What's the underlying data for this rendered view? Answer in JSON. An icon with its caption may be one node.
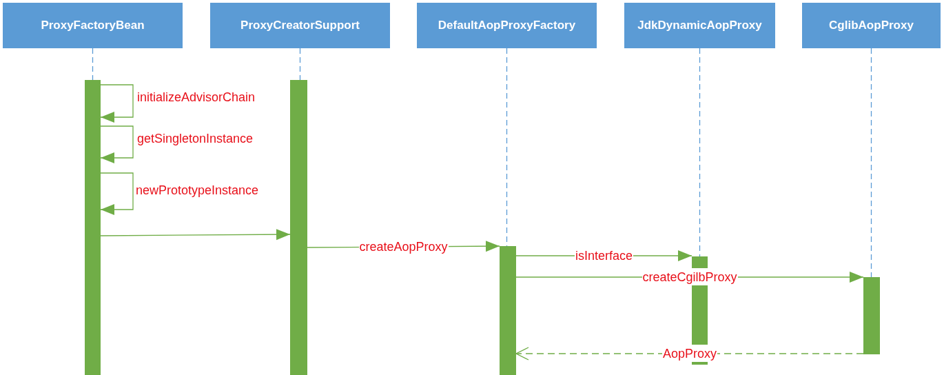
{
  "diagram": {
    "nodes": [
      {
        "text": [
          "ProxyFactoryBean"
        ]
      },
      {
        "text": [
          "ProxyCreatorSupport"
        ]
      },
      {
        "text": [
          "DefaultAopProxyFactory"
        ]
      },
      {
        "text": [
          "JdkDynamicAopProxy"
        ]
      },
      {
        "text": [
          "CglibAopProxy"
        ]
      },
      {
        "text": [],
        "shape": "bar"
      },
      {
        "text": [],
        "shape": "bar"
      },
      {
        "text": [],
        "shape": "bar"
      },
      {
        "text": [],
        "shape": "bar"
      },
      {
        "text": [],
        "shape": "bar"
      },
      {
        "text": [],
        "shape": "bar"
      },
      {
        "text": [],
        "shape": "bar"
      }
    ],
    "edges": [
      {
        "from": 0,
        "to": 5,
        "arrow": "none",
        "style": "dashed",
        "color": "#5b9bd5"
      },
      {
        "from": 1,
        "to": 6,
        "arrow": "none",
        "style": "dashed",
        "color": "#5b9bd5"
      },
      {
        "from": 2,
        "to": 7,
        "arrow": "none",
        "style": "dashed",
        "color": "#5b9bd5"
      },
      {
        "from": 3,
        "to": 8,
        "arrow": "none",
        "style": "dashed",
        "color": "#5b9bd5"
      },
      {
        "from": 4,
        "to": 9,
        "arrow": "none",
        "style": "dashed",
        "color": "#5b9bd5"
      },
      {
        "from": 5,
        "to": 5,
        "arrow": "to",
        "label": "initializeAdvisorChain"
      },
      {
        "from": 5,
        "to": 5,
        "arrow": "to",
        "label": "getSingletonInstance"
      },
      {
        "from": 5,
        "to": 5,
        "arrow": "to",
        "label": "newPrototypeInstance"
      },
      {
        "from": 5,
        "to": 6,
        "arrow": "to"
      },
      {
        "from": 6,
        "to": 7,
        "arrow": "to",
        "label": "createAopProxy"
      },
      {
        "from": 7,
        "to": 8,
        "arrow": "to",
        "label": "isInterface"
      },
      {
        "from": 7,
        "to": 9,
        "arrow": "to",
        "label": "createCgilbProxy"
      },
      {
        "from": 9,
        "to": 7,
        "arrow": "to",
        "label": "AopProxy",
        "style": "dashed"
      }
    ]
  }
}
